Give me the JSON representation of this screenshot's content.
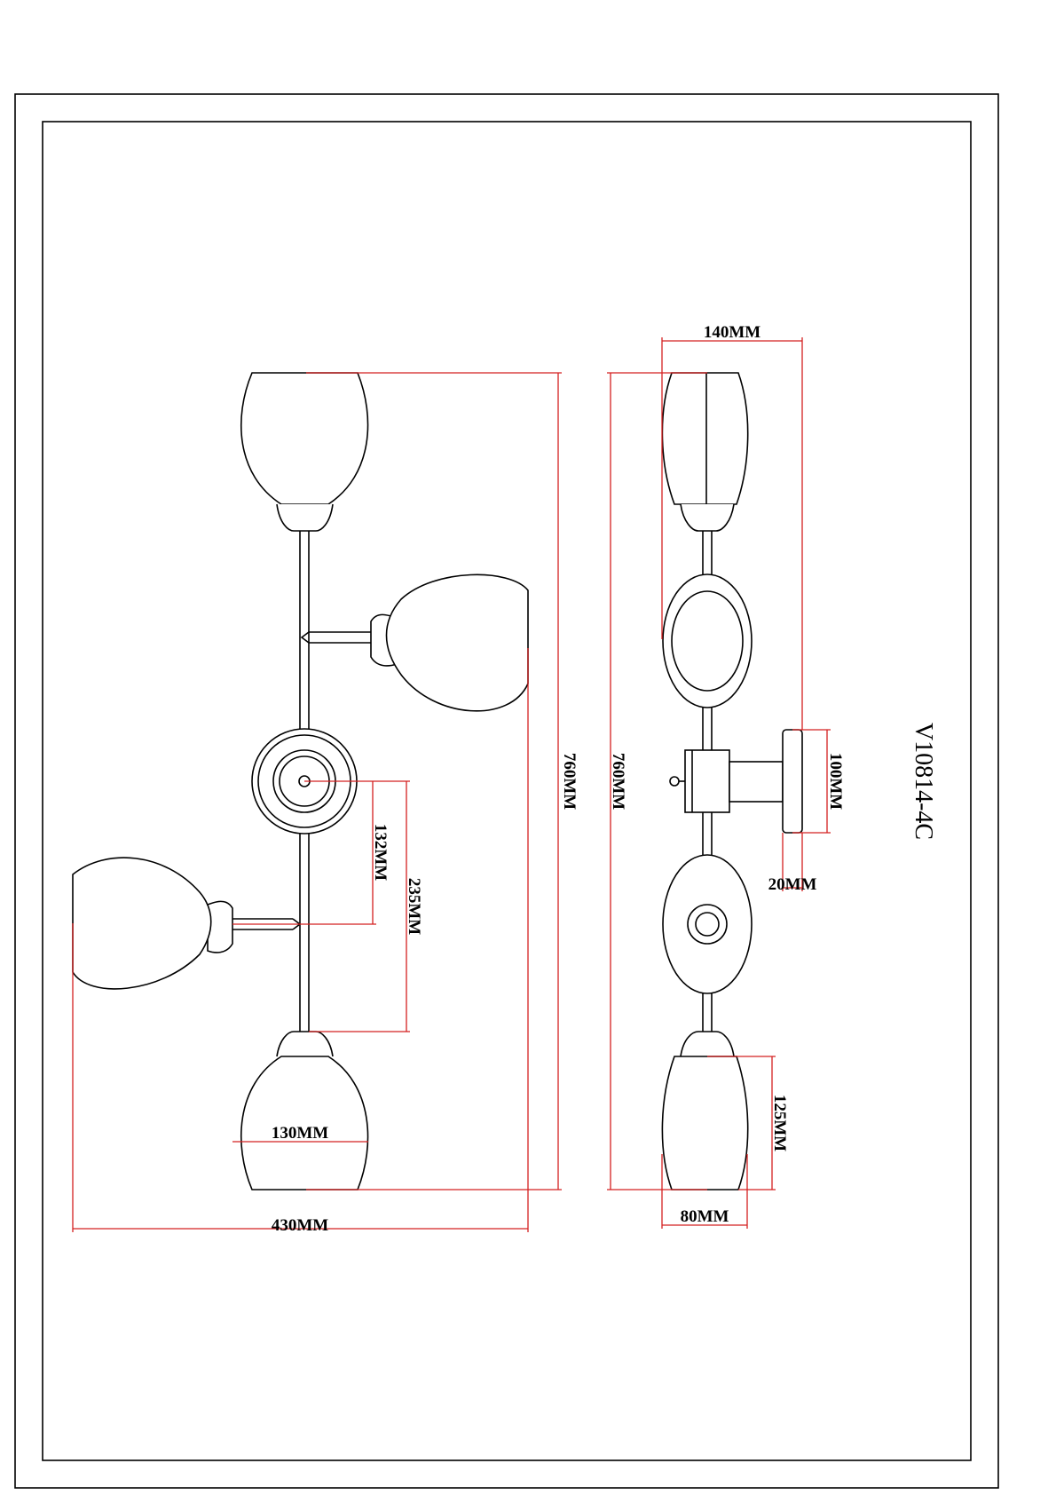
{
  "drawing": {
    "model": "V10814-4C",
    "front_view": {
      "total_height": "760MM",
      "total_width": "430MM",
      "shade_diameter": "130MM",
      "upper_arm_offset": "132MM",
      "lower_arm_offset": "235MM"
    },
    "side_view": {
      "total_height": "760MM",
      "depth": "140MM",
      "backplate_height": "100MM",
      "backplate_thickness": "20MM",
      "shade_height": "125MM",
      "shade_width": "80MM"
    }
  },
  "colors": {
    "line": "#000000",
    "dimension": "#d42020",
    "background": "#ffffff"
  }
}
